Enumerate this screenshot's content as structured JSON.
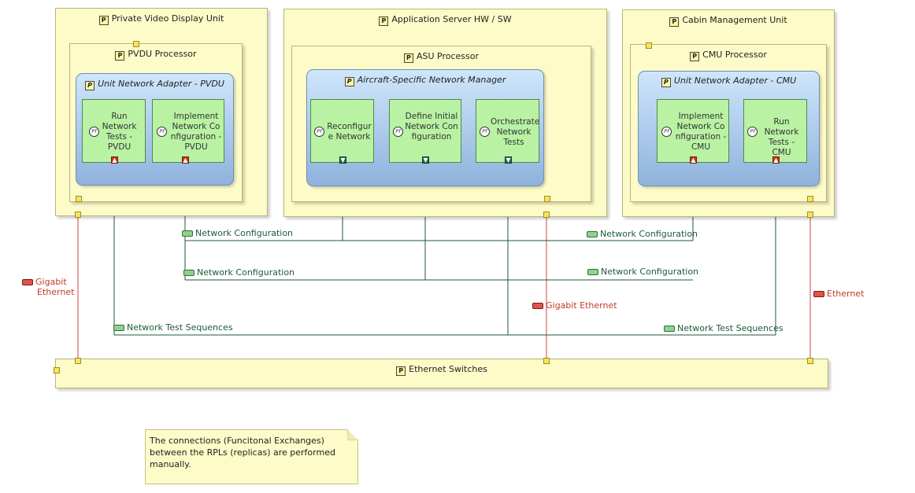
{
  "nodes": {
    "pvdu": "Private Video Display Unit",
    "asu": "Application Server HW / SW",
    "cmu": "Cabin Management Unit",
    "switches": "Ethernet Switches"
  },
  "processors": {
    "pvdu": "PVDU Processor",
    "asu": "ASU Processor",
    "cmu": "CMU Processor"
  },
  "components": {
    "pvdu": "Unit Network Adapter - PVDU",
    "asu": "Aircraft-Specific Network Manager",
    "cmu": "Unit Network Adapter - CMU"
  },
  "functions": {
    "run_pvdu": "Run Network Tests - PVDU",
    "impl_pvdu": "Implement Network Configuration - PVDU",
    "reconfigure": "Reconfigure Network",
    "define_initial": "Define Initial Network Configuration",
    "orchestrate": "Orchestrate Network Tests",
    "impl_cmu": "Implement Network Configuration - CMU",
    "run_cmu": "Run Network Tests - CMU"
  },
  "icons": {
    "part": "P",
    "function": "Pf"
  },
  "exchanges": {
    "net_config_1a": "Network Configuration",
    "net_config_1b": "Network Configuration",
    "net_config_2a": "Network Configuration",
    "net_config_2b": "Network Configuration",
    "test_seq_a": "Network Test Sequences",
    "test_seq_b": "Network Test Sequences"
  },
  "links": {
    "left_line1": "Gigabit",
    "left_line2": "Ethernet",
    "middle": "Gigabit Ethernet",
    "right": "Ethernet"
  },
  "note": "The connections (Funcitonal Exchanges) between the RPLs (replicas) are performed manually.",
  "colors": {
    "node_fill": "#fdfbc8",
    "function_fill": "#b9f2a3",
    "exchange_line": "#1c5a3a",
    "link_line": "#c0392b"
  }
}
